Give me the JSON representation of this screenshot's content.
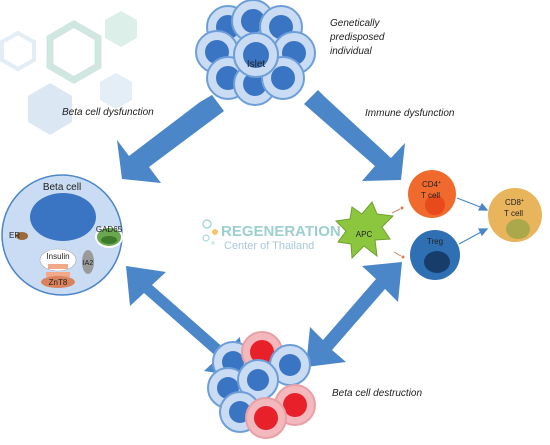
{
  "labels": {
    "islet": "Islet",
    "genetic_line1": "Genetically",
    "genetic_line2": "predisposed",
    "genetic_line3": "individual",
    "beta_dysfunction": "Beta cell dysfunction",
    "immune_dysfunction": "Immune dysfunction",
    "beta_destruction": "Beta cell destruction",
    "beta_cell": "Beta cell",
    "er": "ER",
    "gad65": "GAD65",
    "insulin": "Insulin",
    "ia2": "IA2",
    "znt8": "ZnT8",
    "apc": "APC",
    "cd4_line1": "CD4",
    "cd4_sup": "+",
    "cd4_line2": "T cell",
    "treg": "Treg",
    "cd8_line1": "CD8",
    "cd8_sup": "+",
    "cd8_line2": "T cell"
  },
  "watermark": {
    "line1": "REGENERATION",
    "line2": "Center of Thailand"
  },
  "colors": {
    "arrow_blue": "#4a86c8",
    "cell_light": "#c9dcf3",
    "cell_mid": "#6d9ed8",
    "cell_dark": "#3a75c4",
    "destroyed_red": "#e8202a",
    "destroyed_ring": "#f3b8bc",
    "cd4_orange": "#f06a2e",
    "cd8_tan": "#e8b45c",
    "treg_blue": "#2f6fb3",
    "apc_green": "#8cc63f",
    "hex_teal": "#d9ece9",
    "hex_blue": "#d8e6f3"
  }
}
